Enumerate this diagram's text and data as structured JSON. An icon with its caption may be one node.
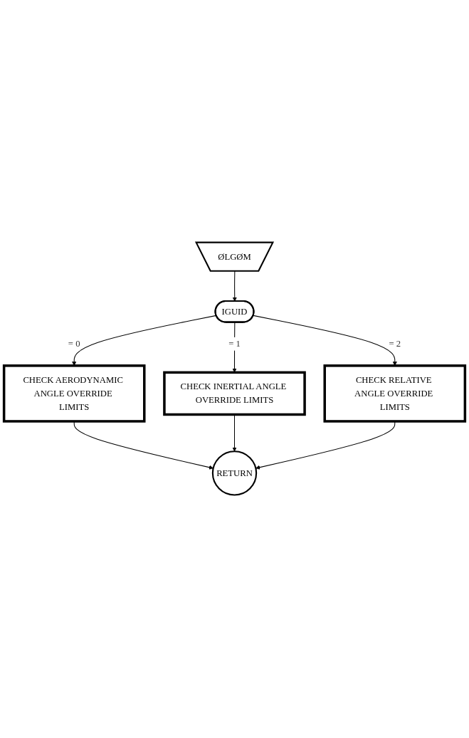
{
  "diagram": {
    "nodes": [
      {
        "text": [
          "ØLGØM"
        ]
      },
      {
        "text": [
          "IGUID"
        ]
      },
      {
        "text": [
          "CHECK AERODYNAMIC ANGLE OVERRIDE LIMITS"
        ]
      },
      {
        "text": [
          "CHECK INERTIAL ANGLE OVERRIDE LIMITS"
        ]
      },
      {
        "text": [
          "CHECK RELATIVE ANGLE OVERRIDE LIMITS"
        ]
      },
      {
        "text": [
          "RETURN"
        ]
      }
    ],
    "edges": [
      {
        "from": 0,
        "to": 1,
        "arrow": "to"
      },
      {
        "from": 1,
        "to": 2,
        "arrow": "to",
        "label": "= 0"
      },
      {
        "from": 1,
        "to": 3,
        "arrow": "to",
        "label": "= 1"
      },
      {
        "from": 1,
        "to": 4,
        "arrow": "to",
        "label": "= 2"
      },
      {
        "from": 2,
        "to": 5,
        "arrow": "to"
      },
      {
        "from": 3,
        "to": 5,
        "arrow": "to"
      },
      {
        "from": 4,
        "to": 5,
        "arrow": "to"
      }
    ]
  }
}
